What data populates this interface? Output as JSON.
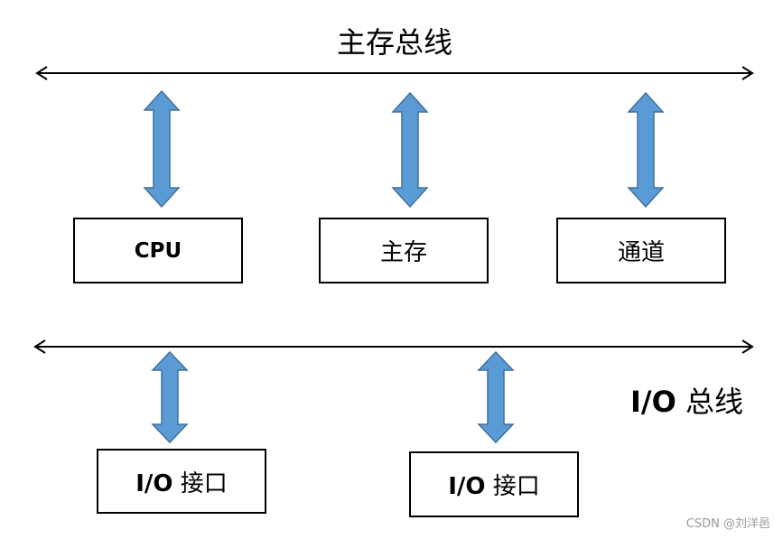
{
  "main_bus": {
    "title": "主存总线"
  },
  "io_bus": {
    "title_prefix": "I/O",
    "title_suffix": "总线"
  },
  "boxes": {
    "cpu": "CPU",
    "memory": "主存",
    "channel": "通道",
    "io_interface_1_prefix": "I/O",
    "io_interface_1_suffix": "接口",
    "io_interface_2_prefix": "I/O",
    "io_interface_2_suffix": "接口"
  },
  "watermark": "CSDN @刘洋邑",
  "colors": {
    "arrow_fill": "#5b9bd5",
    "arrow_stroke": "#41719c",
    "line": "#000000",
    "box_border": "#000000",
    "watermark": "#999999"
  }
}
